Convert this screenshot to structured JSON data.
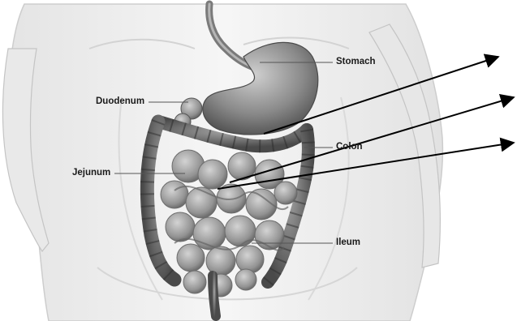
{
  "labels": {
    "stomach": "Stomach",
    "duodenum": "Duodenum",
    "colon": "Colon",
    "jejunum": "Jejunum",
    "ileum": "Ileum"
  },
  "colors": {
    "body_fill": "#efefef",
    "body_outline": "#c8c8c8",
    "organ_dark": "#6d6d6d",
    "organ_mid": "#8e8e8e",
    "organ_light": "#b9b9b9",
    "leader_line": "#555555",
    "arrow": "#000000"
  }
}
